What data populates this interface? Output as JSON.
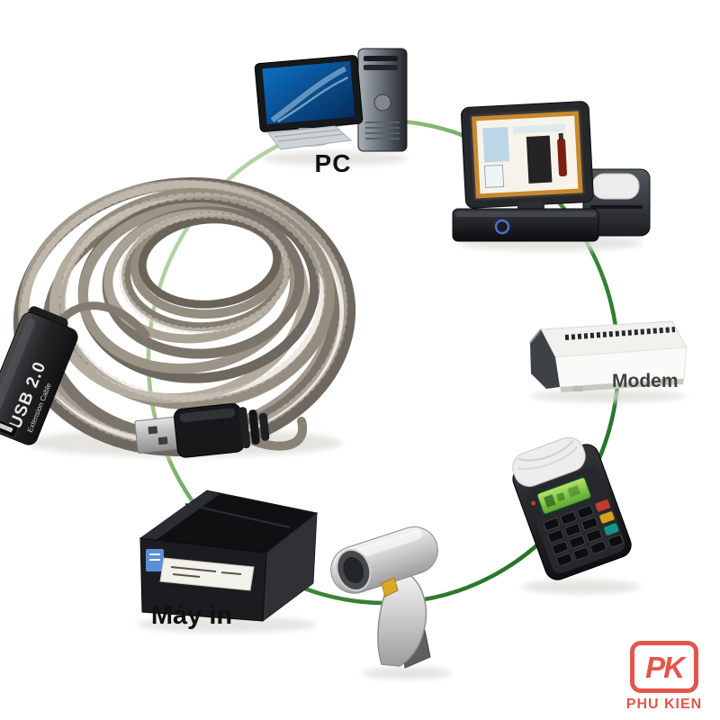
{
  "background_color": "#ffffff",
  "connection_ring": {
    "color_light": "#d6e7ca",
    "color_mid": "#4f9a43",
    "color_dark": "#1d661f"
  },
  "cable_adapter": {
    "line1": "USB 2.0",
    "line2": "Extension Cable"
  },
  "labels": {
    "pc": "PC",
    "modem": "Modem",
    "printer": "Máy in"
  },
  "icons": [
    "usb-cable-coil-icon",
    "usb-adapter-icon",
    "usb-a-connector-icon",
    "pc-icon",
    "pos-terminal-icon",
    "modem-icon",
    "card-payment-terminal-icon",
    "barcode-scanner-icon",
    "receipt-printer-icon"
  ],
  "brand": {
    "monogram": "PK",
    "name": "PHU KIEN",
    "color": "#e4564a"
  }
}
